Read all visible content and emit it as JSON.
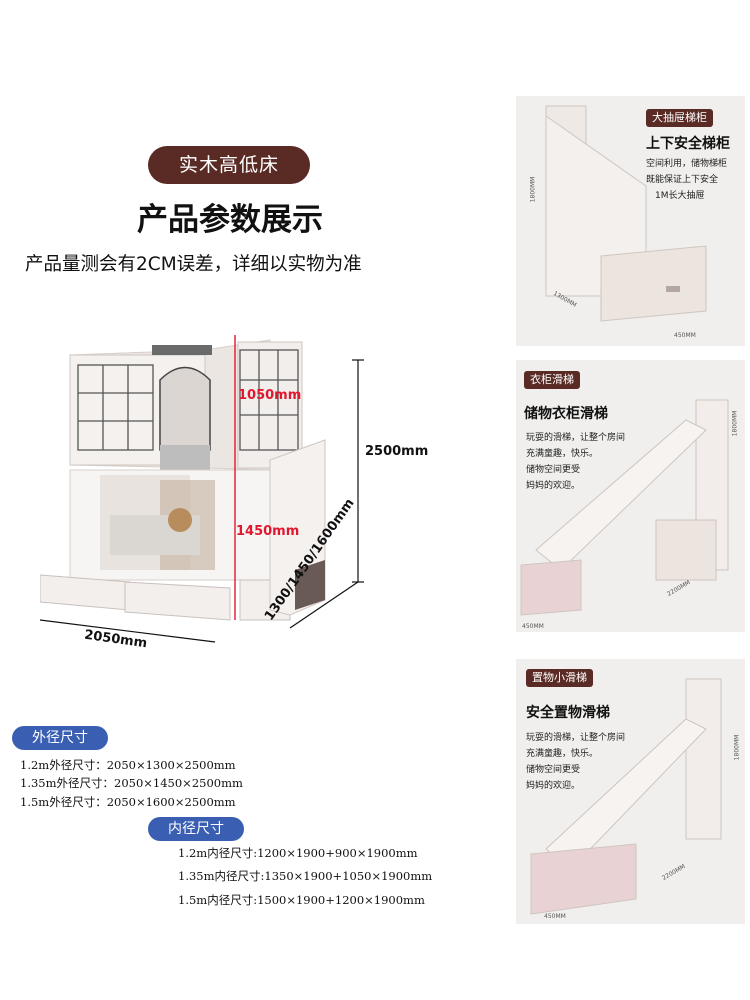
{
  "header": {
    "badge": "实木高低床",
    "title": "产品参数展示",
    "subtitle": "产品量测会有2CM误差，详细以实物为准"
  },
  "dimensions": {
    "upper": "1050mm",
    "lower": "1450mm",
    "total_height": "2500mm",
    "length": "2050mm",
    "width": "1300/1450/1600mm"
  },
  "outer_spec": {
    "label": "外径尺寸",
    "lines": [
      "1.2m外径尺寸：2050×1300×2500mm",
      "1.35m外径尺寸：2050×1450×2500mm",
      "1.5m外径尺寸：2050×1600×2500mm"
    ]
  },
  "inner_spec": {
    "label": "内径尺寸",
    "lines": [
      "1.2m内径尺寸:1200×1900+900×1900mm",
      "1.35m内径尺寸:1350×1900+1050×1900mm",
      "1.5m内径尺寸:1500×1900+1200×1900mm"
    ]
  },
  "panels": [
    {
      "tag": "大抽屉梯柜",
      "head": "上下安全梯柜",
      "lines": [
        "空间利用，储物梯柜",
        "既能保证上下安全",
        "1M长大抽屉"
      ],
      "dims": [
        "1800MM",
        "1300MM",
        "450MM"
      ]
    },
    {
      "tag": "衣柜滑梯",
      "head": "储物衣柜滑梯",
      "lines": [
        "玩耍的滑梯，让整个房间",
        "充满童趣，快乐。",
        "储物空间更受",
        "妈妈的欢迎。"
      ],
      "dims": [
        "1800MM",
        "2200MM",
        "450MM"
      ]
    },
    {
      "tag": "置物小滑梯",
      "head": "安全置物滑梯",
      "lines": [
        "玩耍的滑梯，让整个房间",
        "充满童趣，快乐。",
        "储物空间更受",
        "妈妈的欢迎。"
      ],
      "dims": [
        "1800MM",
        "2200MM",
        "450MM"
      ]
    }
  ],
  "colors": {
    "brown": "#5a2b25",
    "blue": "#3a5fb2",
    "red": "#e0182f"
  }
}
